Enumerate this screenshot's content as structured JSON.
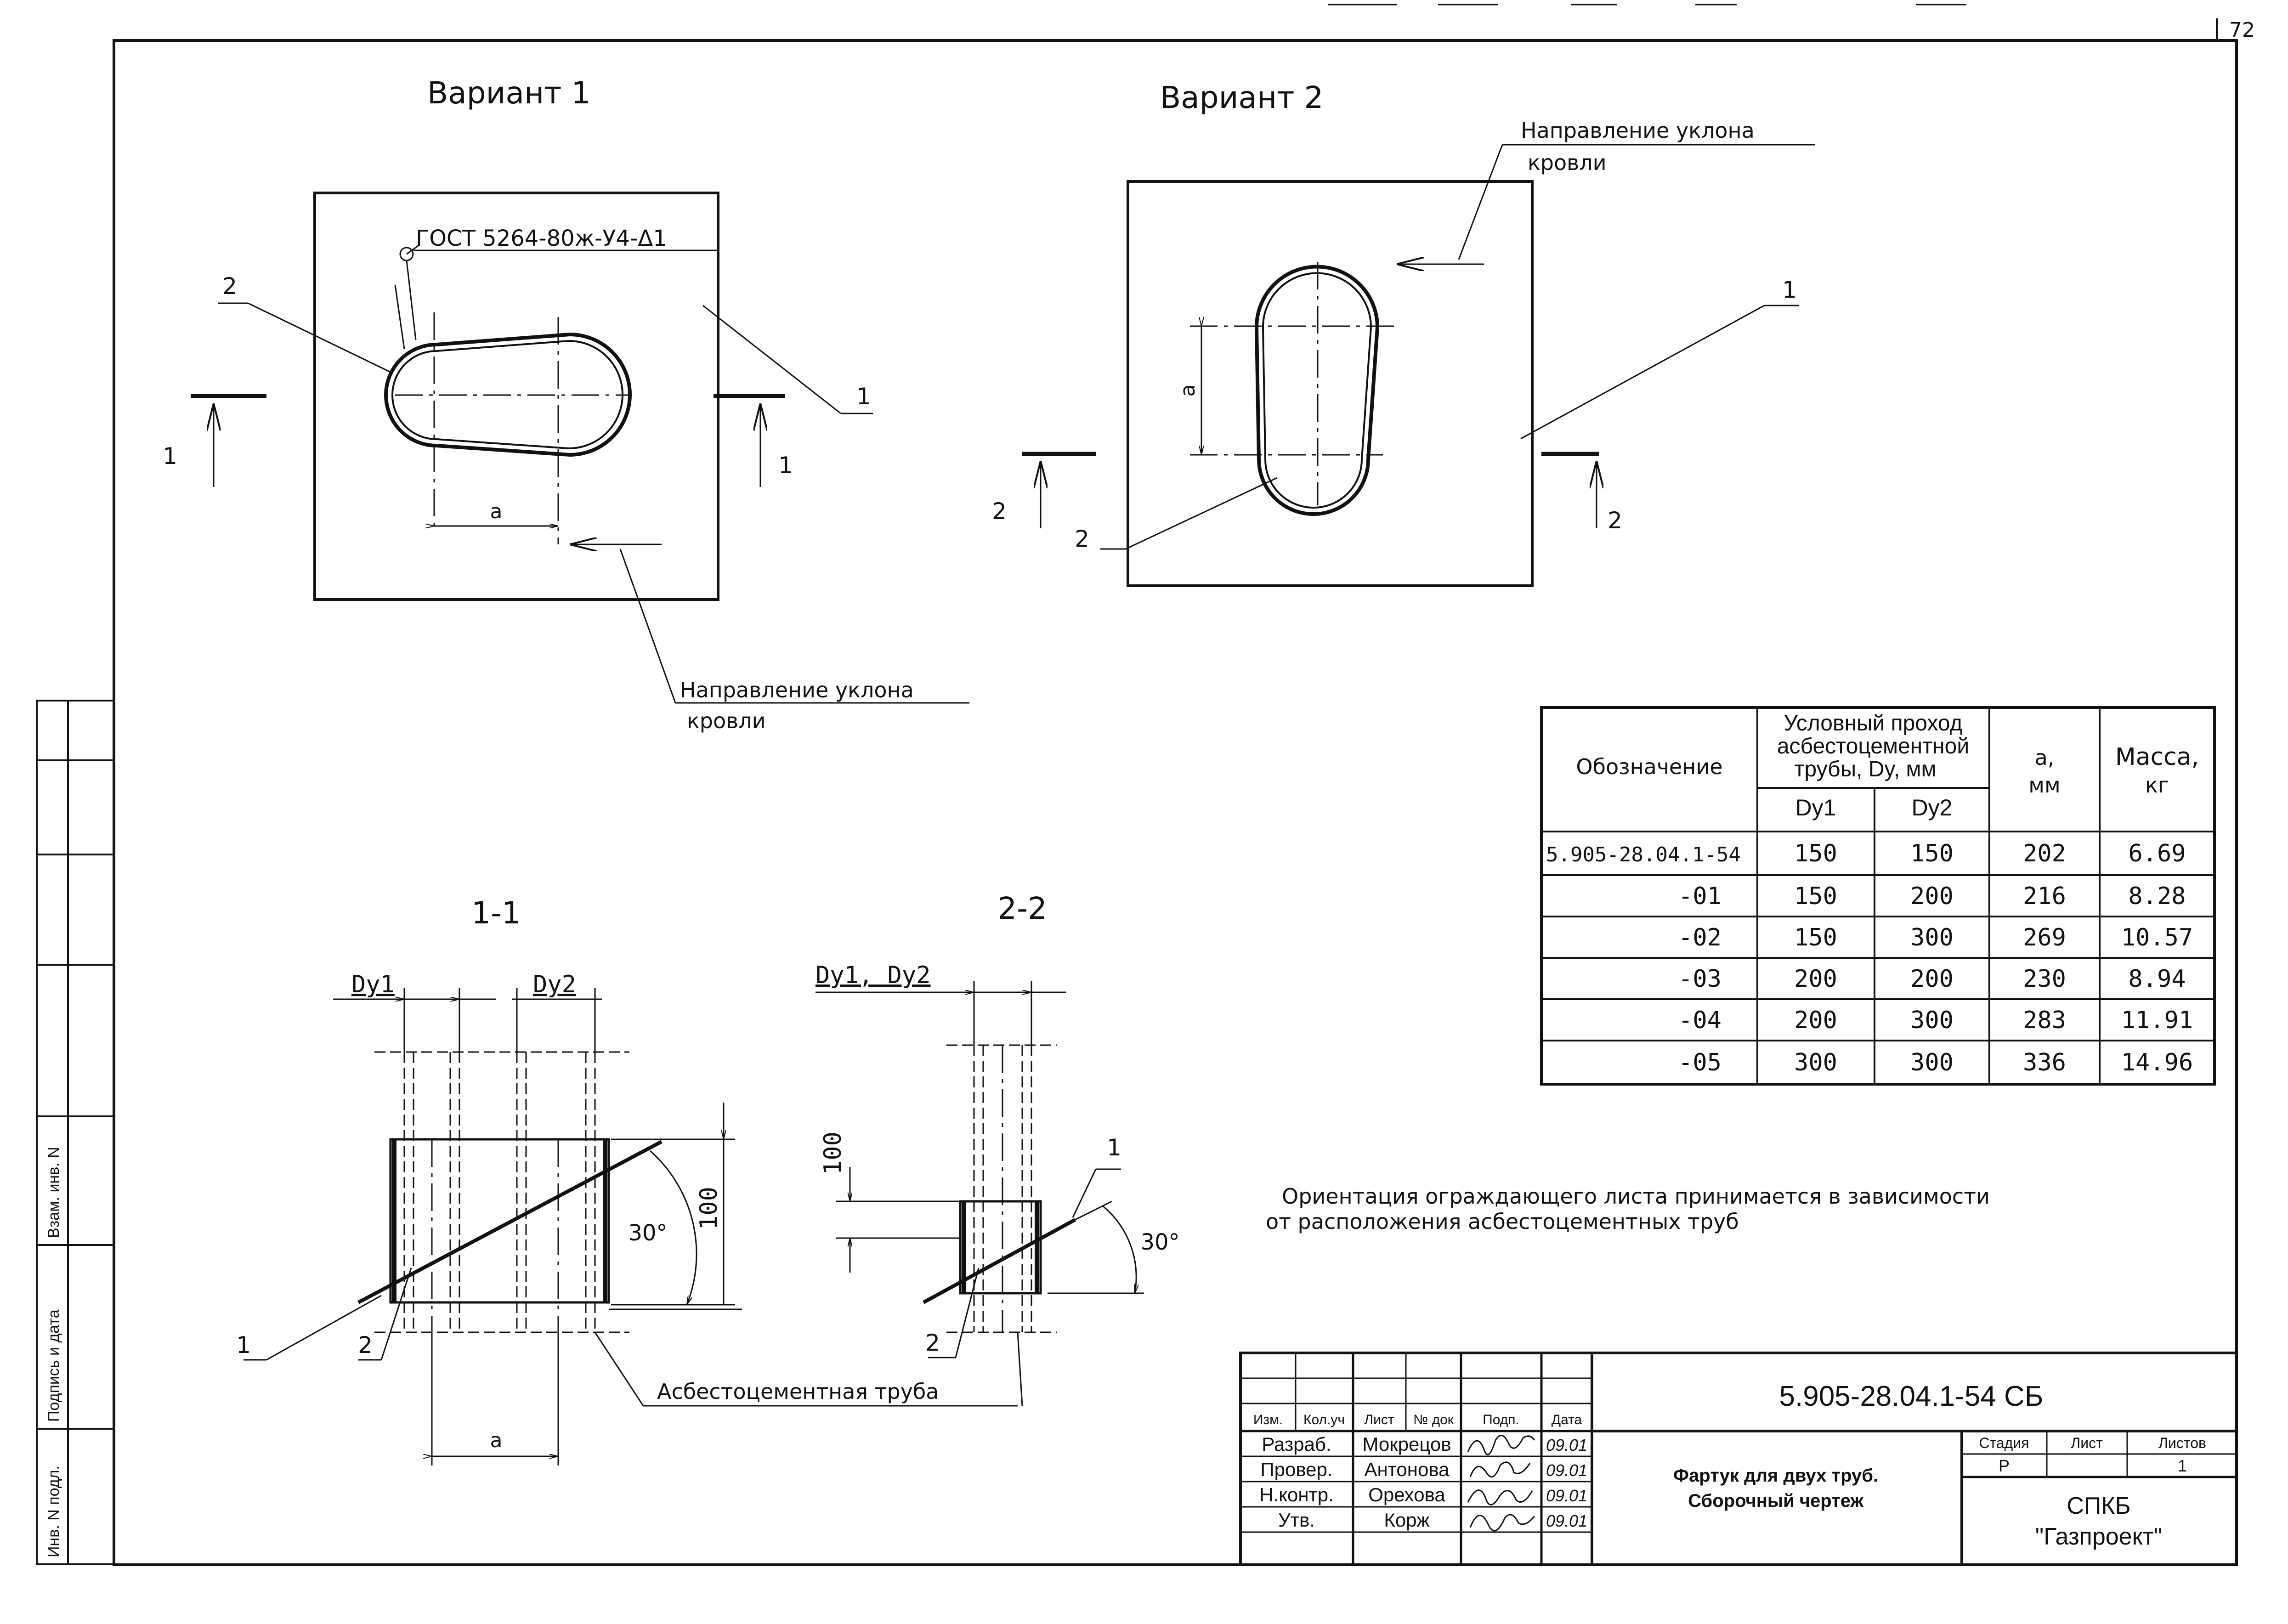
{
  "sheet_number": "72",
  "variant1": {
    "title": "Вариант 1",
    "weld_note": "ГОСТ 5264-80ж-У4-Δ1",
    "slope_label_line1": "Направление уклона",
    "slope_label_line2": "кровли",
    "dim_a": "a",
    "pos_plate": "1",
    "pos_collar": "2",
    "section_mark": "1"
  },
  "variant2": {
    "title": "Вариант 2",
    "slope_label_line1": "Направление уклона",
    "slope_label_line2": "кровли",
    "dim_a": "a",
    "pos_plate": "1",
    "pos_collar": "2",
    "section_mark": "2"
  },
  "section11": {
    "title": "1-1",
    "dy1": "Dy1",
    "dy2": "Dy2",
    "angle": "30°",
    "height": "100",
    "dim_a": "a",
    "pos1": "1",
    "pos2": "2",
    "pipe_label": "Асбестоцементная труба"
  },
  "section22": {
    "title": "2-2",
    "dy": "Dy1, Dy2",
    "height": "100",
    "angle": "30°",
    "pos1": "1",
    "pos2": "2"
  },
  "spec_table": {
    "headers": {
      "designation": "Обозначение",
      "bore_line1": "Условный проход",
      "bore_line2": "асбестоцементной",
      "bore_line3": "трубы, Dy, мм",
      "dy1": "Dy1",
      "dy2": "Dy2",
      "a_line1": "a,",
      "a_line2": "мм",
      "mass_line1": "Масса,",
      "mass_line2": "кг"
    },
    "rows": [
      {
        "designation": "5.905-28.04.1-54",
        "dy1": "150",
        "dy2": "150",
        "a": "202",
        "mass": "6.69"
      },
      {
        "designation": "-01",
        "dy1": "150",
        "dy2": "200",
        "a": "216",
        "mass": "8.28"
      },
      {
        "designation": "-02",
        "dy1": "150",
        "dy2": "300",
        "a": "269",
        "mass": "10.57"
      },
      {
        "designation": "-03",
        "dy1": "200",
        "dy2": "200",
        "a": "230",
        "mass": "8.94"
      },
      {
        "designation": "-04",
        "dy1": "200",
        "dy2": "300",
        "a": "283",
        "mass": "11.91"
      },
      {
        "designation": "-05",
        "dy1": "300",
        "dy2": "300",
        "a": "336",
        "mass": "14.96"
      }
    ]
  },
  "note": {
    "line1": "Ориентация ограждающего листа принимается в зависимости",
    "line2": "от расположения асбестоцементных труб"
  },
  "title_block": {
    "doc_code": "5.905-28.04.1-54 СБ",
    "title_line1": "Фартук для двух труб.",
    "title_line2": "Сборочный чертеж",
    "col_headers": [
      "Изм.",
      "Кол.уч",
      "Лист",
      "№ док",
      "Подп.",
      "Дата"
    ],
    "roles": [
      "Разраб.",
      "Провер.",
      "Н.контр.",
      "Утв."
    ],
    "names": [
      "Мокрецов",
      "Антонова",
      "Орехова",
      "Корж"
    ],
    "dates": [
      "09.01",
      "09.01",
      "09.01",
      "09.01"
    ],
    "stage_label": "Стадия",
    "sheet_label": "Лист",
    "sheets_label": "Листов",
    "stage": "Р",
    "sheet": "",
    "sheets": "1",
    "org_line1": "СПКБ",
    "org_line2": "\"Газпроект\""
  },
  "side_stamp": {
    "inv_orig": "Инв. N подл.",
    "sign_date": "Подпись и дата",
    "replaces_inv": "Взам. инв. N"
  }
}
